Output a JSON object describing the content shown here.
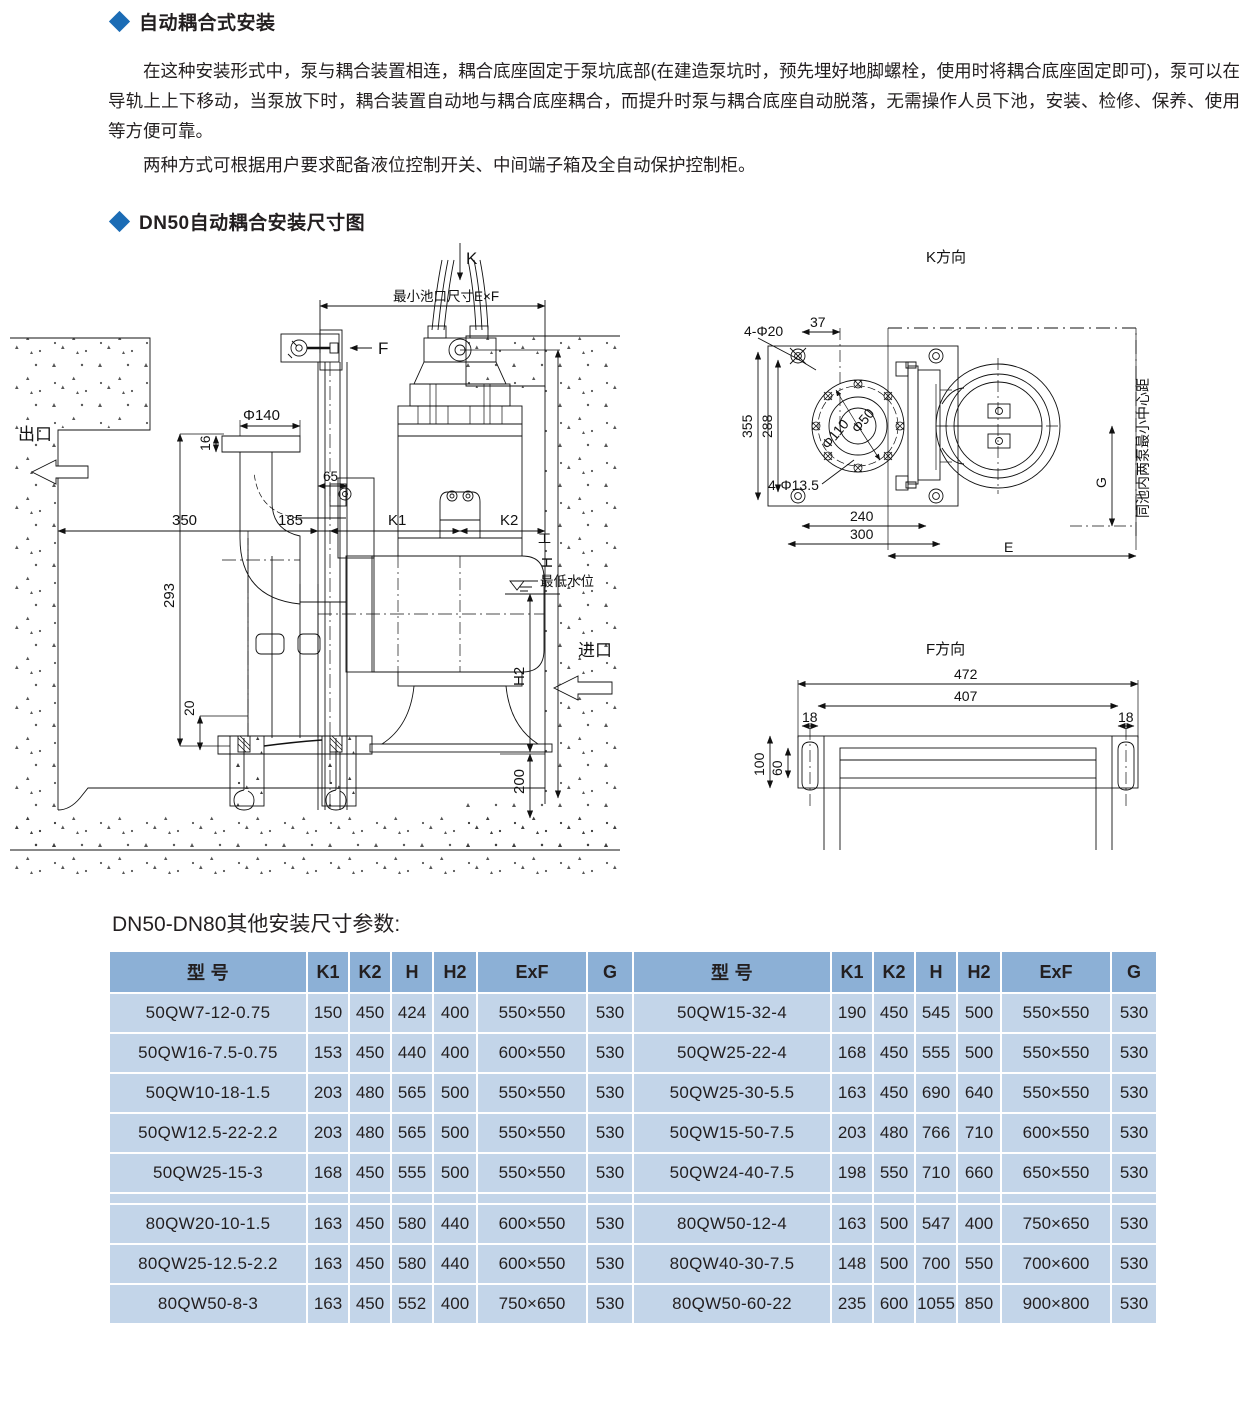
{
  "sections": {
    "heading1": "自动耦合式安装",
    "heading2": "DN50自动耦合安装尺寸图",
    "paragraph1": "在这种安装形式中，泵与耦合装置相连，耦合底座固定于泵坑底部(在建造泵坑时，预先埋好地脚螺栓，使用时将耦合底座固定即可)，泵可以在导轨上上下移动，当泵放下时，耦合装置自动地与耦合底座耦合，而提升时泵与耦合底座自动脱落，无需操作人员下池，安装、检修、保养、使用等方便可靠。",
    "paragraph2": "两种方式可根据用户要求配备液位控制开关、中间端子箱及全自动保护控制柜。"
  },
  "drawing": {
    "main_view": {
      "arrow_k": "K",
      "arrow_f": "F",
      "pit_label": "最小池口尺寸E×F",
      "outlet": "出口",
      "inlet": "进口",
      "water_level": "最低水位",
      "dims": {
        "d350": "350",
        "d185": "185",
        "d65": "65",
        "k1": "K1",
        "k2": "K2",
        "h2": "H2",
        "h": "H",
        "phi140": "Φ140",
        "d16": "16",
        "d293": "293",
        "d20": "20",
        "d200": "200"
      }
    },
    "k_view": {
      "title": "K方向",
      "dims": {
        "holes_20": "4-Φ20",
        "holes_135": "4-Φ13.5",
        "d37": "37",
        "d355": "355",
        "d288": "288",
        "d240": "240",
        "d300": "300",
        "phi110": "Φ110",
        "phi50": "Φ50",
        "g": "G",
        "e": "E",
        "center_note": "同池内两泵最小中心距"
      }
    },
    "f_view": {
      "title": "F方向",
      "dims": {
        "d472": "472",
        "d407": "407",
        "d18a": "18",
        "d18b": "18",
        "d100": "100",
        "d60": "60"
      }
    }
  },
  "table": {
    "title": "DN50-DN80其他安装尺寸参数:",
    "headers": [
      "型 号",
      "K1",
      "K2",
      "H",
      "H2",
      "ExF",
      "G",
      "型 号",
      "K1",
      "K2",
      "H",
      "H2",
      "ExF",
      "G"
    ],
    "rows": [
      [
        "50QW7-12-0.75",
        "150",
        "450",
        "424",
        "400",
        "550×550",
        "530",
        "50QW15-32-4",
        "190",
        "450",
        "545",
        "500",
        "550×550",
        "530"
      ],
      [
        "50QW16-7.5-0.75",
        "153",
        "450",
        "440",
        "400",
        "600×550",
        "530",
        "50QW25-22-4",
        "168",
        "450",
        "555",
        "500",
        "550×550",
        "530"
      ],
      [
        "50QW10-18-1.5",
        "203",
        "480",
        "565",
        "500",
        "550×550",
        "530",
        "50QW25-30-5.5",
        "163",
        "450",
        "690",
        "640",
        "550×550",
        "530"
      ],
      [
        "50QW12.5-22-2.2",
        "203",
        "480",
        "565",
        "500",
        "550×550",
        "530",
        "50QW15-50-7.5",
        "203",
        "480",
        "766",
        "710",
        "600×550",
        "530"
      ],
      [
        "50QW25-15-3",
        "168",
        "450",
        "555",
        "500",
        "550×550",
        "530",
        "50QW24-40-7.5",
        "198",
        "550",
        "710",
        "660",
        "650×550",
        "530"
      ],
      [
        "80QW20-10-1.5",
        "163",
        "450",
        "580",
        "440",
        "600×550",
        "530",
        "80QW50-12-4",
        "163",
        "500",
        "547",
        "400",
        "750×650",
        "530"
      ],
      [
        "80QW25-12.5-2.2",
        "163",
        "450",
        "580",
        "440",
        "600×550",
        "530",
        "80QW40-30-7.5",
        "148",
        "500",
        "700",
        "550",
        "700×600",
        "530"
      ],
      [
        "80QW50-8-3",
        "163",
        "450",
        "552",
        "400",
        "750×650",
        "530",
        "80QW50-60-22",
        "235",
        "600",
        "1055",
        "850",
        "900×800",
        "530"
      ]
    ],
    "spacer_after_row_index": 4,
    "colors": {
      "header_bg": "#8cb0d6",
      "body_bg": "#c3d5e9",
      "accent": "#1b6cb5"
    }
  }
}
